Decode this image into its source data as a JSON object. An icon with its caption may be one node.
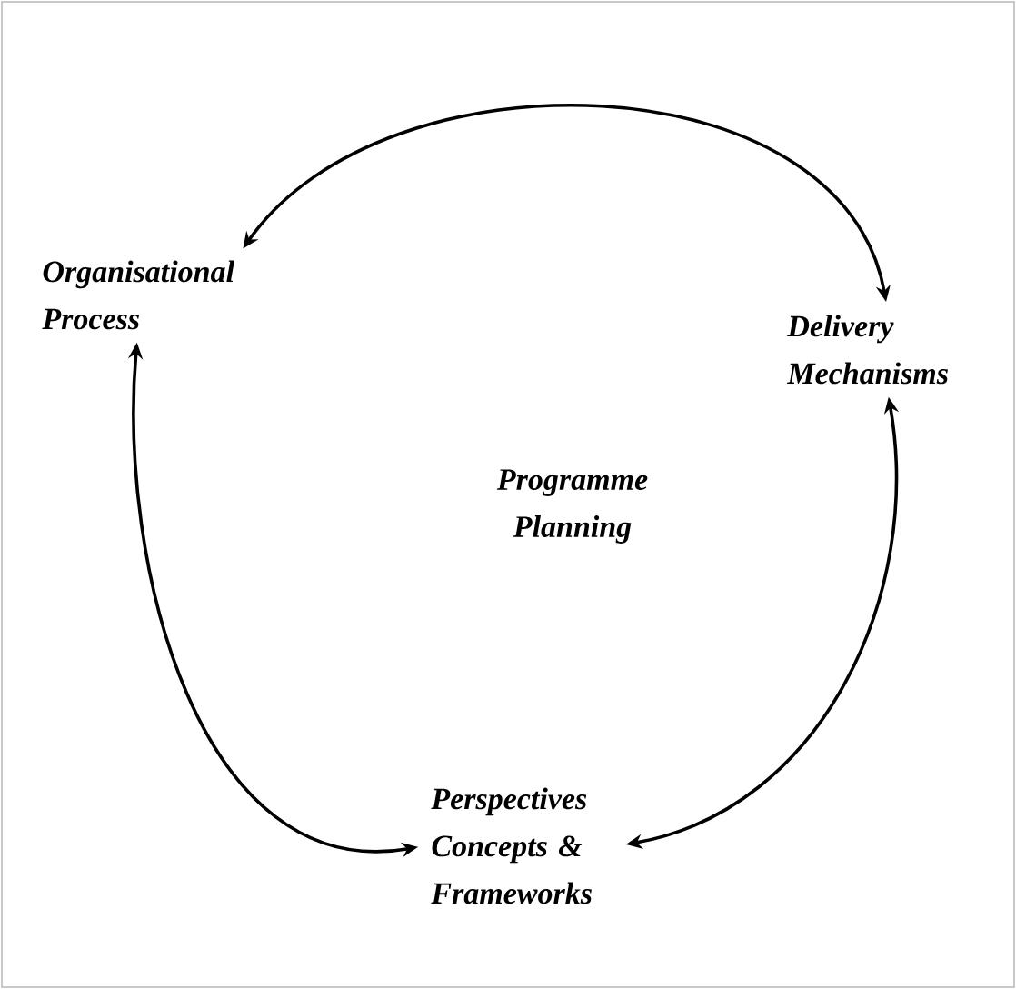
{
  "diagram": {
    "nodes": [
      {
        "text": [
          "Organisational Process"
        ]
      },
      {
        "text": [
          "Delivery Mechanisms"
        ]
      },
      {
        "text": [
          "Programme Planning"
        ]
      },
      {
        "text": [
          "Perspectives Concepts & Frameworks"
        ]
      }
    ],
    "edges": [
      {
        "from": 0,
        "to": 1,
        "arrow": "both"
      },
      {
        "from": 0,
        "to": 3,
        "arrow": "both"
      },
      {
        "from": 1,
        "to": 3,
        "arrow": "both"
      }
    ]
  }
}
